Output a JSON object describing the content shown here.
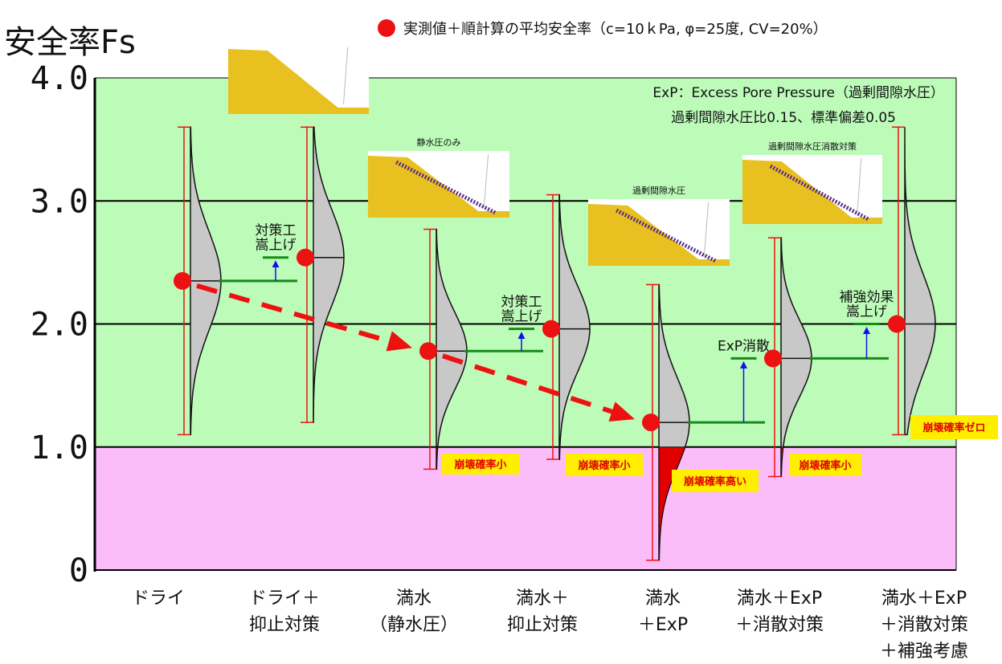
{
  "chart_data": {
    "type": "scatter",
    "ylabel": "安全率Fs",
    "ylim": [
      0,
      4.0
    ],
    "yticks": [
      "0",
      "1.0",
      "2.0",
      "3.0",
      "4.0"
    ],
    "grid": true,
    "legend": {
      "position": "top",
      "label": "実測値＋順計算の平均安全率（c=10ｋPa, φ=25度, CV=20%）",
      "color": "#ee1111"
    },
    "note_lines": [
      "ExP：Excess Pore Pressure（過剰間隙水圧）",
      "過剰間隙水圧比0.15、標準偏差0.05"
    ],
    "zones": [
      {
        "name": "safe",
        "from": 1.0,
        "to": 4.0,
        "color": "#bdfbb9"
      },
      {
        "name": "unsafe",
        "from": 0,
        "to": 1.0,
        "color": "#fbbcfa"
      }
    ],
    "categories": [
      {
        "lines": [
          "ドライ"
        ],
        "mean": 2.35,
        "range": [
          1.1,
          3.6
        ]
      },
      {
        "lines": [
          "ドライ＋",
          "抑止対策"
        ],
        "mean": 2.54,
        "range": [
          1.2,
          3.6
        ]
      },
      {
        "lines": [
          "満水",
          "（静水圧）"
        ],
        "mean": 1.78,
        "range": [
          0.82,
          2.77
        ]
      },
      {
        "lines": [
          "満水＋",
          "抑止対策"
        ],
        "mean": 1.96,
        "range": [
          0.9,
          3.05
        ]
      },
      {
        "lines": [
          "満水",
          "＋ExP"
        ],
        "mean": 1.2,
        "range": [
          0.08,
          2.32
        ]
      },
      {
        "lines": [
          "満水＋ExP",
          "＋消散対策"
        ],
        "mean": 1.72,
        "range": [
          0.76,
          2.7
        ]
      },
      {
        "lines": [
          "満水＋ExP",
          "＋消散対策",
          "＋補強考慮"
        ],
        "mean": 2.0,
        "range": [
          1.1,
          3.6
        ]
      }
    ],
    "improvements": [
      {
        "from_category": 0,
        "to_category": 1,
        "base": 2.35,
        "target": 2.54,
        "label_lines": [
          "対策工",
          "嵩上げ"
        ]
      },
      {
        "from_category": 2,
        "to_category": 3,
        "base": 1.78,
        "target": 1.96,
        "label_lines": [
          "対策工",
          "嵩上げ"
        ]
      },
      {
        "from_category": 4,
        "to_category": 5,
        "base": 1.2,
        "target": 1.72,
        "label_lines": [
          "ExP消散"
        ]
      },
      {
        "from_category": 5,
        "to_category": 6,
        "base": 1.72,
        "target": 2.0,
        "label_lines": [
          "補強効果",
          "嵩上げ"
        ]
      }
    ],
    "trend": {
      "from_category": 0,
      "to_category": 4,
      "via_category": 2,
      "color": "#ee1111"
    },
    "badges": [
      {
        "category": 2,
        "text": "崩壊確率小"
      },
      {
        "category": 3,
        "text": "崩壊確率小"
      },
      {
        "category": 4,
        "text": "崩壊確率高い"
      },
      {
        "category": 5,
        "text": "崩壊確率小"
      },
      {
        "category": 6,
        "text": "崩壊確率ゼロ"
      }
    ],
    "thumbnails": [
      {
        "category": 0,
        "title": ""
      },
      {
        "category": 2,
        "title": "静水圧のみ"
      },
      {
        "category": 4,
        "title": "過剰間隙水圧"
      },
      {
        "category": 5,
        "title": "過剰間隙水圧消散対策"
      }
    ]
  }
}
